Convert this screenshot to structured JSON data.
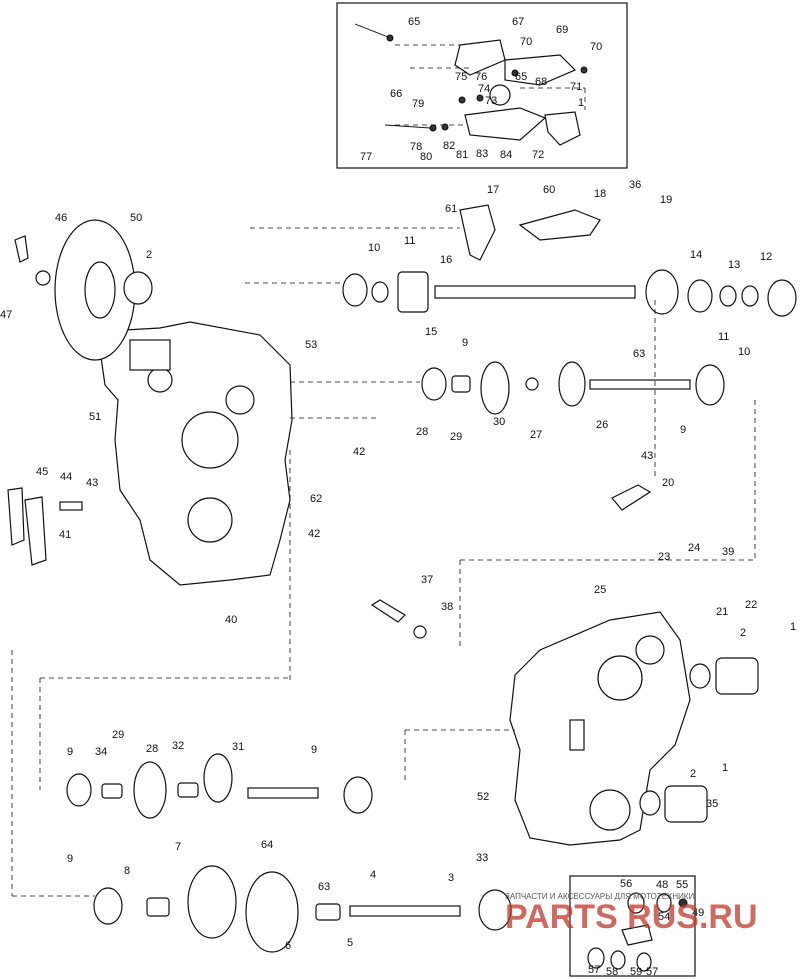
{
  "watermark": {
    "caption": "ЗАПЧАСТИ И АКСЕССУАРЫ ДЛЯ МОТОТЕХНИКИ",
    "brand": "PARTS RUS.RU",
    "color": "#c0392b"
  },
  "callouts": [
    {
      "id": "c65",
      "text": "65"
    },
    {
      "id": "c67",
      "text": "67"
    },
    {
      "id": "c69",
      "text": "69"
    },
    {
      "id": "c70a",
      "text": "70"
    },
    {
      "id": "c70b",
      "text": "70"
    },
    {
      "id": "c75",
      "text": "75"
    },
    {
      "id": "c76",
      "text": "76"
    },
    {
      "id": "c68",
      "text": "68"
    },
    {
      "id": "c71",
      "text": "71"
    },
    {
      "id": "c66",
      "text": "66"
    },
    {
      "id": "c74",
      "text": "74"
    },
    {
      "id": "c65b",
      "text": "65"
    },
    {
      "id": "c79",
      "text": "79"
    },
    {
      "id": "c73",
      "text": "73"
    },
    {
      "id": "c1top",
      "text": "1"
    },
    {
      "id": "c77",
      "text": "77"
    },
    {
      "id": "c78",
      "text": "78"
    },
    {
      "id": "c82",
      "text": "82"
    },
    {
      "id": "c80",
      "text": "80"
    },
    {
      "id": "c81",
      "text": "81"
    },
    {
      "id": "c83",
      "text": "83"
    },
    {
      "id": "c84",
      "text": "84"
    },
    {
      "id": "c72",
      "text": "72"
    },
    {
      "id": "c17",
      "text": "17"
    },
    {
      "id": "c60",
      "text": "60"
    },
    {
      "id": "c18",
      "text": "18"
    },
    {
      "id": "c36",
      "text": "36"
    },
    {
      "id": "c19",
      "text": "19"
    },
    {
      "id": "c61",
      "text": "61"
    },
    {
      "id": "c46",
      "text": "46"
    },
    {
      "id": "c50",
      "text": "50"
    },
    {
      "id": "c10a",
      "text": "10"
    },
    {
      "id": "c11a",
      "text": "11"
    },
    {
      "id": "c16",
      "text": "16"
    },
    {
      "id": "c2a",
      "text": "2"
    },
    {
      "id": "c14",
      "text": "14"
    },
    {
      "id": "c13",
      "text": "13"
    },
    {
      "id": "c12",
      "text": "12"
    },
    {
      "id": "c47",
      "text": "47"
    },
    {
      "id": "c15",
      "text": "15"
    },
    {
      "id": "c11b",
      "text": "11"
    },
    {
      "id": "c10b",
      "text": "10"
    },
    {
      "id": "c63a",
      "text": "63"
    },
    {
      "id": "c53",
      "text": "53"
    },
    {
      "id": "c9a",
      "text": "9"
    },
    {
      "id": "c28a",
      "text": "28"
    },
    {
      "id": "c29a",
      "text": "29"
    },
    {
      "id": "c30",
      "text": "30"
    },
    {
      "id": "c27",
      "text": "27"
    },
    {
      "id": "c26",
      "text": "26"
    },
    {
      "id": "c9b",
      "text": "9"
    },
    {
      "id": "c51",
      "text": "51"
    },
    {
      "id": "c42a",
      "text": "42"
    },
    {
      "id": "c43a",
      "text": "43"
    },
    {
      "id": "c20",
      "text": "20"
    },
    {
      "id": "c45",
      "text": "45"
    },
    {
      "id": "c44",
      "text": "44"
    },
    {
      "id": "c43b",
      "text": "43"
    },
    {
      "id": "c41",
      "text": "41"
    },
    {
      "id": "c62",
      "text": "62"
    },
    {
      "id": "c42b",
      "text": "42"
    },
    {
      "id": "c24",
      "text": "24"
    },
    {
      "id": "c23",
      "text": "23"
    },
    {
      "id": "c39",
      "text": "39"
    },
    {
      "id": "c25",
      "text": "25"
    },
    {
      "id": "c40",
      "text": "40"
    },
    {
      "id": "c37",
      "text": "37"
    },
    {
      "id": "c38",
      "text": "38"
    },
    {
      "id": "c21",
      "text": "21"
    },
    {
      "id": "c22",
      "text": "22"
    },
    {
      "id": "c1a",
      "text": "1"
    },
    {
      "id": "c2b",
      "text": "2"
    },
    {
      "id": "c9c",
      "text": "9"
    },
    {
      "id": "c34",
      "text": "34"
    },
    {
      "id": "c29b",
      "text": "29"
    },
    {
      "id": "c28b",
      "text": "28"
    },
    {
      "id": "c32",
      "text": "32"
    },
    {
      "id": "c31",
      "text": "31"
    },
    {
      "id": "c9d",
      "text": "9"
    },
    {
      "id": "c52",
      "text": "52"
    },
    {
      "id": "c2c",
      "text": "2"
    },
    {
      "id": "c1b",
      "text": "1"
    },
    {
      "id": "c35",
      "text": "35"
    },
    {
      "id": "c64",
      "text": "64"
    },
    {
      "id": "c33",
      "text": "33"
    },
    {
      "id": "c9e",
      "text": "9"
    },
    {
      "id": "c8",
      "text": "8"
    },
    {
      "id": "c7",
      "text": "7"
    },
    {
      "id": "c63b",
      "text": "63"
    },
    {
      "id": "c4",
      "text": "4"
    },
    {
      "id": "c3",
      "text": "3"
    },
    {
      "id": "c6",
      "text": "6"
    },
    {
      "id": "c5",
      "text": "5"
    },
    {
      "id": "c56",
      "text": "56"
    },
    {
      "id": "c48",
      "text": "48"
    },
    {
      "id": "c55",
      "text": "55"
    },
    {
      "id": "c54",
      "text": "54"
    },
    {
      "id": "c49",
      "text": "49"
    },
    {
      "id": "c57",
      "text": "57"
    },
    {
      "id": "c58",
      "text": "58"
    },
    {
      "id": "c59",
      "text": "59"
    },
    {
      "id": "c57b",
      "text": "57"
    }
  ]
}
